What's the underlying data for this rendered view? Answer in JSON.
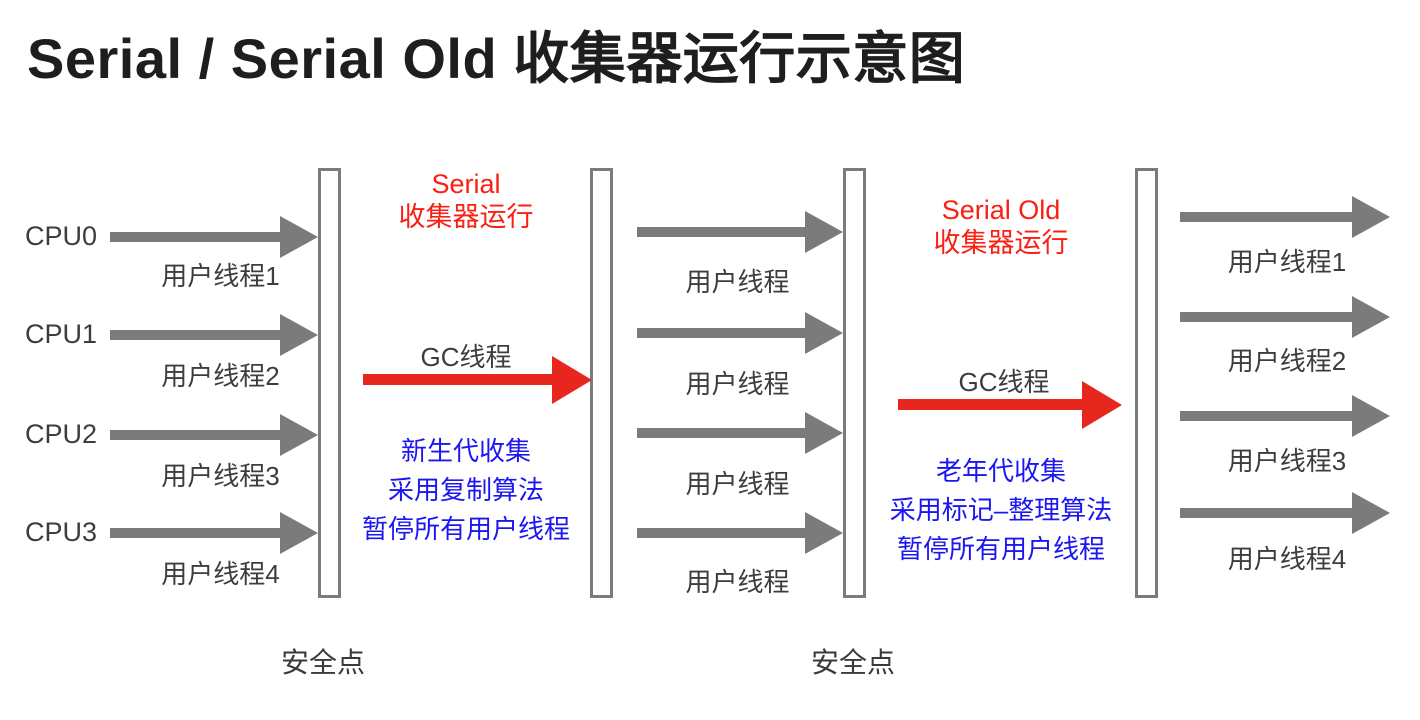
{
  "title": "Serial / Serial Old 收集器运行示意图",
  "left": {
    "cpus": [
      "CPU0",
      "CPU1",
      "CPU2",
      "CPU3"
    ],
    "threads": [
      "用户线程1",
      "用户线程2",
      "用户线程3",
      "用户线程4"
    ]
  },
  "middle": {
    "threads": [
      "用户线程",
      "用户线程",
      "用户线程",
      "用户线程"
    ]
  },
  "right": {
    "threads": [
      "用户线程1",
      "用户线程2",
      "用户线程3",
      "用户线程4"
    ]
  },
  "serial_phase": {
    "name_line1": "Serial",
    "name_line2": "收集器运行",
    "gc_label": "GC线程",
    "notes": [
      "新生代收集",
      "采用复制算法",
      "暂停所有用户线程"
    ]
  },
  "serial_old_phase": {
    "name_line1": "Serial Old",
    "name_line2": "收集器运行",
    "gc_label": "GC线程",
    "notes": [
      "老年代收集",
      "采用标记–整理算法",
      "暂停所有用户线程"
    ]
  },
  "safepoint_labels": [
    "安全点",
    "安全点"
  ],
  "colors": {
    "gray": "#7b7b7b",
    "red": "#e7271d",
    "red-text": "#fb1e13",
    "blue": "#1b16f2",
    "ink": "#1e1e1e",
    "label": "#3d3d3d"
  }
}
